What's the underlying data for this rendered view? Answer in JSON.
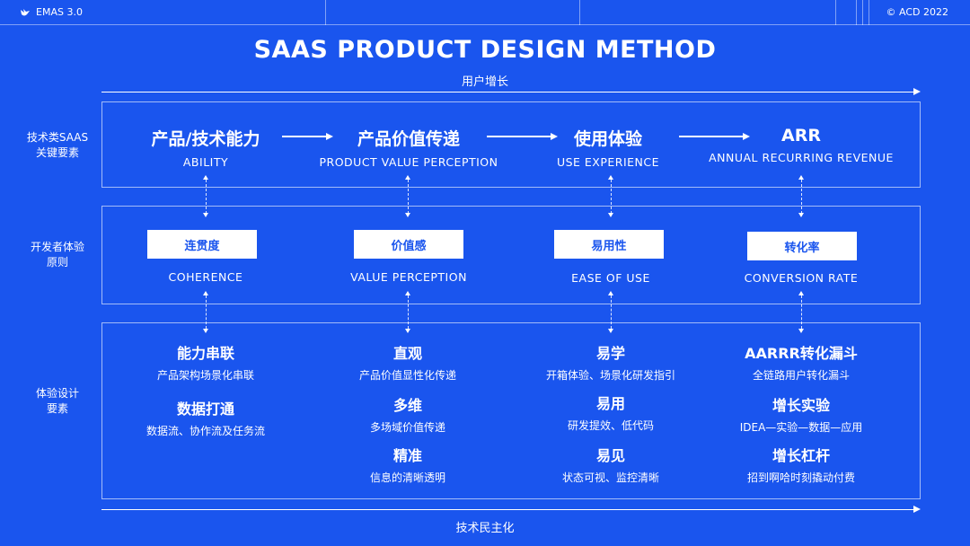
{
  "header": {
    "brand": "EMAS 3.0",
    "copyright": "© ACD 2022"
  },
  "title": "SAAS PRODUCT DESIGN METHOD",
  "top_axis": "用户增长",
  "bottom_axis": "技术民主化",
  "rows": {
    "row1_label": [
      "技术类SAAS",
      "关键要素"
    ],
    "row2_label": [
      "开发者体验",
      "原则"
    ],
    "row3_label": [
      "体验设计",
      "要素"
    ]
  },
  "stages": [
    {
      "cn": "产品/技术能力",
      "en": "ABILITY"
    },
    {
      "cn": "产品价值传递",
      "en": "PRODUCT VALUE PERCEPTION"
    },
    {
      "cn": "使用体验",
      "en": "USE EXPERIENCE"
    },
    {
      "cn": "ARR",
      "en": "ANNUAL RECURRING REVENUE"
    }
  ],
  "principles": [
    {
      "cn": "连贯度",
      "en": "COHERENCE"
    },
    {
      "cn": "价值感",
      "en": "VALUE PERCEPTION"
    },
    {
      "cn": "易用性",
      "en": "EASE OF USE"
    },
    {
      "cn": "转化率",
      "en": "CONVERSION RATE"
    }
  ],
  "elements": [
    [
      {
        "title": "能力串联",
        "desc": "产品架构场景化串联"
      },
      {
        "title": "数据打通",
        "desc": "数据流、协作流及任务流"
      }
    ],
    [
      {
        "title": "直观",
        "desc": "产品价值显性化传递"
      },
      {
        "title": "多维",
        "desc": "多场域价值传递"
      },
      {
        "title": "精准",
        "desc": "信息的清晰透明"
      }
    ],
    [
      {
        "title": "易学",
        "desc": "开箱体验、场景化研发指引"
      },
      {
        "title": "易用",
        "desc": "研发提效、低代码"
      },
      {
        "title": "易见",
        "desc": "状态可视、监控清晰"
      }
    ],
    [
      {
        "title": "AARRR转化漏斗",
        "desc": "全链路用户转化漏斗"
      },
      {
        "title": "增长实验",
        "desc": "IDEA—实验—数据—应用"
      },
      {
        "title": "增长杠杆",
        "desc": "招到啊哈时刻撬动付费"
      }
    ]
  ]
}
